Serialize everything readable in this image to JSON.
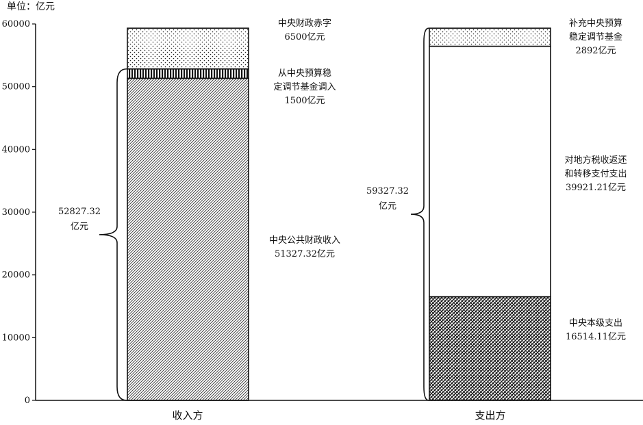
{
  "chart_data": {
    "type": "bar",
    "stacked": true,
    "unit_label": "单位：亿元",
    "categories": [
      "收入方",
      "支出方"
    ],
    "ylim": [
      0,
      60000
    ],
    "yticks": [
      "0",
      "10000",
      "20000",
      "30000",
      "40000",
      "50000",
      "60000"
    ],
    "ytick_values": [
      0,
      10000,
      20000,
      30000,
      40000,
      50000,
      60000
    ],
    "grid": false,
    "legend": "none",
    "stacks": [
      {
        "category": "收入方",
        "segments": [
          {
            "value": 51327.32,
            "pattern": "diagonal",
            "label_lines": [
              "中央公共财政收入",
              "51327.32亿元"
            ]
          },
          {
            "value": 1500,
            "pattern": "vertical",
            "label_lines": [
              "从中央预算稳",
              "定调节基金调入",
              "1500亿元"
            ]
          },
          {
            "value": 6500,
            "pattern": "dots",
            "label_lines": [
              "中央财政赤字",
              "6500亿元"
            ]
          }
        ],
        "brace_value": 52827.32,
        "brace_lines": [
          "52827.32",
          "亿元"
        ]
      },
      {
        "category": "支出方",
        "segments": [
          {
            "value": 16514.11,
            "pattern": "crosshatch",
            "label_lines": [
              "中央本级支出",
              "16514.11亿元"
            ]
          },
          {
            "value": 39921.21,
            "pattern": "blank",
            "label_lines": [
              "对地方税收返还",
              "和转移支付支出",
              "39921.21亿元"
            ]
          },
          {
            "value": 2892,
            "pattern": "dots",
            "label_lines": [
              "补充中央预算",
              "稳定调节基金",
              "2892亿元"
            ]
          }
        ],
        "brace_value": 59327.32,
        "brace_lines": [
          "59327.32",
          "亿元"
        ]
      }
    ]
  },
  "colors": {
    "ink": "#111111",
    "background": "#ffffff"
  }
}
